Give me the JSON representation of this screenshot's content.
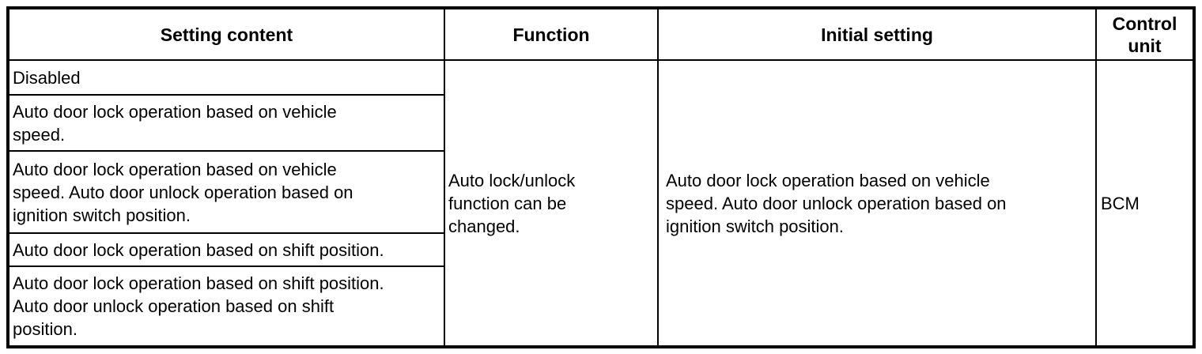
{
  "table": {
    "headers": {
      "setting_content": "Setting content",
      "function": "Function",
      "initial_setting": "Initial setting",
      "control_unit": "Control unit"
    },
    "setting_rows": [
      "Disabled",
      "Auto door lock operation based on vehicle\nspeed.",
      "Auto door lock operation based on vehicle\nspeed. Auto door unlock operation based on\nignition switch position.",
      "Auto door lock operation based on shift position.",
      "Auto door lock operation based on shift position.\nAuto door unlock operation based on shift\nposition."
    ],
    "function_cell": "Auto lock/unlock\nfunction can be\nchanged.",
    "initial_setting_cell": "Auto door lock operation based on vehicle\nspeed. Auto door unlock operation based on\nignition switch position.",
    "control_unit_cell": "BCM"
  }
}
